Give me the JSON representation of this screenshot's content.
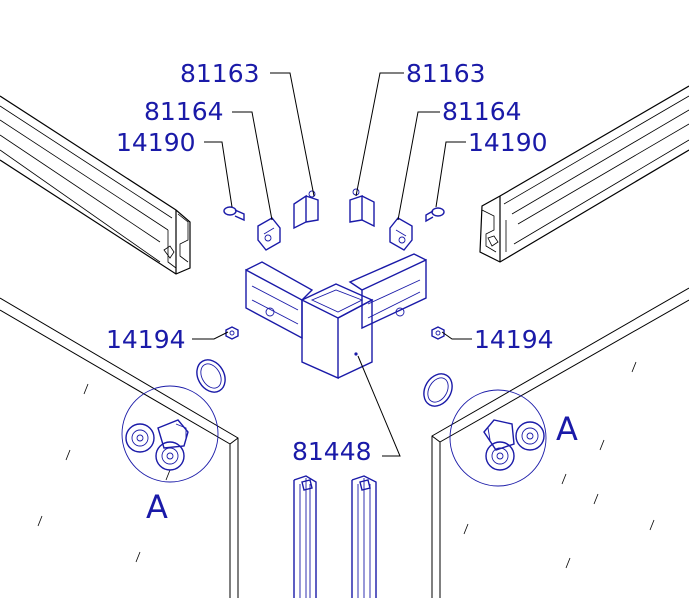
{
  "labels": {
    "part_81163_left": "81163",
    "part_81163_right": "81163",
    "part_81164_left": "81164",
    "part_81164_right": "81164",
    "part_14190_left": "14190",
    "part_14190_right": "14190",
    "part_14194_left": "14194",
    "part_14194_right": "14194",
    "part_81448": "81448",
    "detail_left": "A",
    "detail_right": "A"
  },
  "colors": {
    "line_ink": "#000000",
    "part_ink": "#1a1aa8",
    "background": "#ffffff"
  }
}
